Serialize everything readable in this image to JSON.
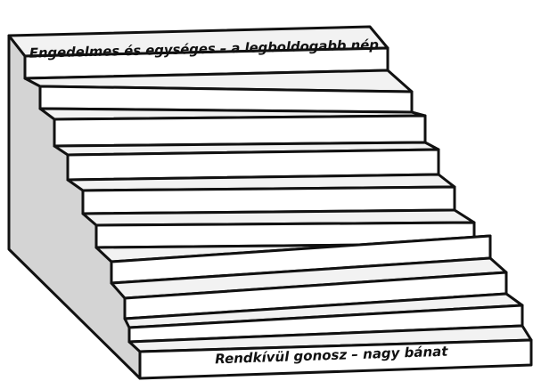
{
  "diagram": {
    "step_count": 10,
    "top_label": "Engedelmes és egységes – a legboldogabb nép",
    "bottom_label": "Rendkívül gonosz – nagy bánat",
    "colors": {
      "outline": "#111111",
      "side_wall": "#d4d4d4",
      "tread": "#f2f2f2",
      "riser": "#ffffff"
    }
  }
}
